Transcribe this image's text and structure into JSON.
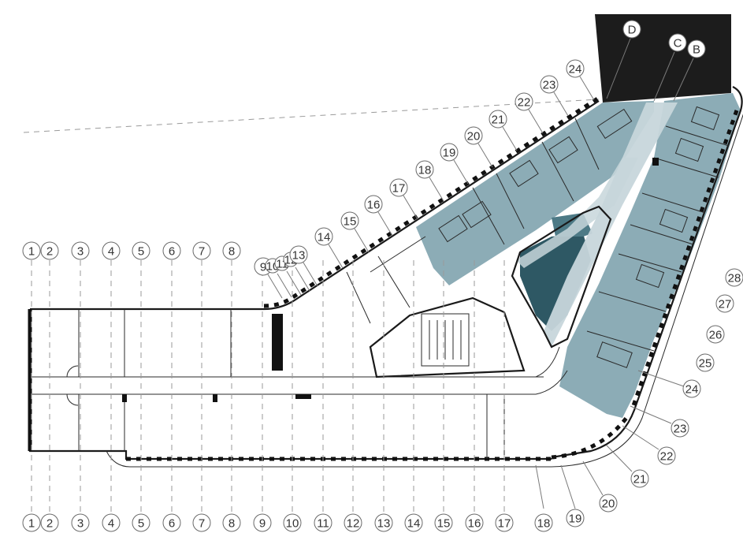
{
  "grid_bottom": [
    "1",
    "2",
    "3",
    "4",
    "5",
    "6",
    "7",
    "8",
    "9",
    "10",
    "11",
    "12",
    "13",
    "14",
    "15",
    "16",
    "17",
    "18",
    "19",
    "20",
    "21",
    "22",
    "23",
    "24"
  ],
  "grid_top_west": [
    "1",
    "2",
    "3",
    "4",
    "5",
    "6",
    "7",
    "8"
  ],
  "grid_top_diagonal": [
    "9",
    "10",
    "11",
    "12",
    "13",
    "14",
    "15",
    "16",
    "17",
    "18",
    "19",
    "20",
    "21",
    "22",
    "23",
    "24"
  ],
  "grid_east": [
    "23",
    "24",
    "25",
    "26",
    "27",
    "28"
  ],
  "grid_letters": [
    "D",
    "C",
    "B"
  ],
  "colors": {
    "office_light": "#7fa3ae",
    "office_mid": "#4d7a86",
    "office_dark": "#2e5864",
    "corridor_tint": "#c7d6db",
    "core_block": "#1c1c1c"
  }
}
